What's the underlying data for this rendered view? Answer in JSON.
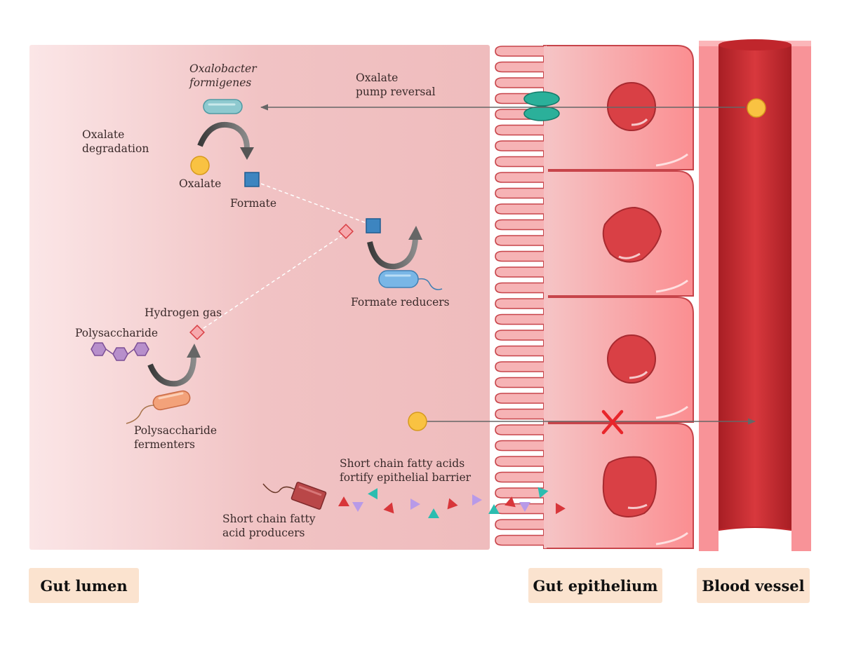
{
  "labels": {
    "oxalobacter_line1": "Oxalobacter",
    "oxalobacter_line2": "formigenes",
    "pump_line1": "Oxalate",
    "pump_line2": "pump reversal",
    "degradation_line1": "Oxalate",
    "degradation_line2": "degradation",
    "oxalate": "Oxalate",
    "formate": "Formate",
    "formate_reducers": "Formate reducers",
    "hydrogen_gas": "Hydrogen gas",
    "polysaccharide": "Polysaccharide",
    "fermenters_line1": "Polysaccharide",
    "fermenters_line2": "fermenters",
    "scfa_line1": "Short chain fatty acids",
    "scfa_line2": "fortify epithelial barrier",
    "producers_line1": "Short chain fatty",
    "producers_line2": "acid producers"
  },
  "regions": {
    "gut_lumen": "Gut lumen",
    "gut_epithelium": "Gut epithelium",
    "blood_vessel": "Blood vessel"
  },
  "colors": {
    "lumen_bg": "#f2c4c6",
    "cell_fill": "#f8a0a2",
    "nucleus": "#d94045",
    "oxalate": "#f9c242",
    "formate": "#3d85c0",
    "hydrogen": "#f6a9ad",
    "polysaccharide": "#b78fcb",
    "transporter": "#2bb09a",
    "vessel": "#c8282e",
    "block_mark": "#e8262b",
    "region_bg": "#fbe3cf"
  }
}
